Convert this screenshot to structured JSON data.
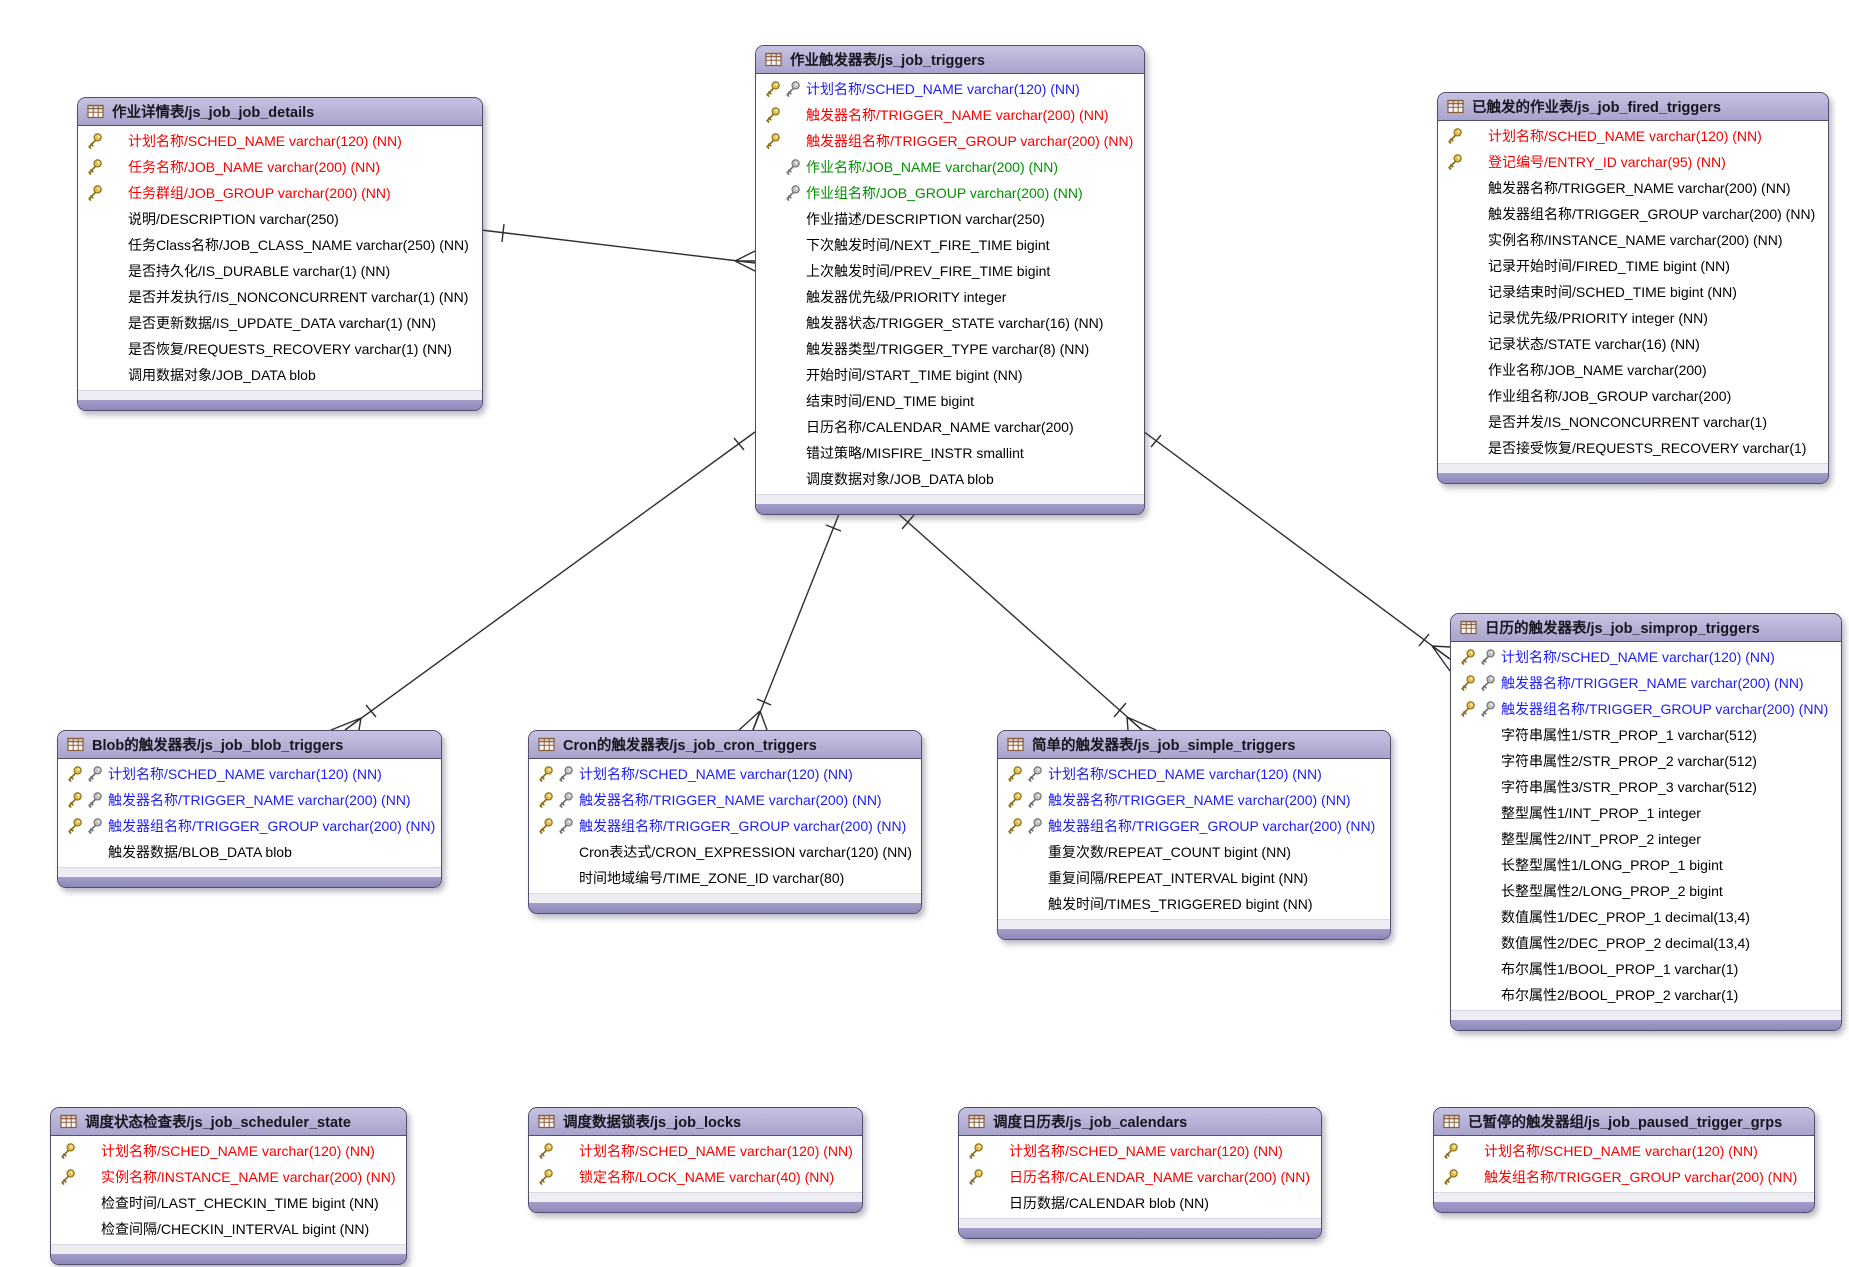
{
  "icons": {
    "table": "table-grid-icon",
    "primary_key": "gold-key-icon",
    "foreign_key": "gray-key-icon"
  },
  "colors": {
    "header_bg": "#aca7cf",
    "table_border": "#504e6b",
    "footer_bar": "#938eba",
    "pk_text": "#f50000",
    "pk_fk_text": "#1d1df2",
    "fk_text": "#009100",
    "normal_text": "#000000",
    "relation_line": "#2e2e2e"
  },
  "tables": [
    {
      "id": "js_job_job_details",
      "title": "作业详情表/js_job_job_details",
      "rows": [
        {
          "label": "计划名称/SCHED_NAME varchar(120) (NN)",
          "color": "red",
          "k1": "gold",
          "k2": null
        },
        {
          "label": "任务名称/JOB_NAME varchar(200) (NN)",
          "color": "red",
          "k1": "gold",
          "k2": null
        },
        {
          "label": "任务群组/JOB_GROUP varchar(200) (NN)",
          "color": "red",
          "k1": "gold",
          "k2": null
        },
        {
          "label": "说明/DESCRIPTION varchar(250)",
          "color": "black",
          "k1": null,
          "k2": null
        },
        {
          "label": "任务Class名称/JOB_CLASS_NAME varchar(250) (NN)",
          "color": "black",
          "k1": null,
          "k2": null
        },
        {
          "label": "是否持久化/IS_DURABLE varchar(1) (NN)",
          "color": "black",
          "k1": null,
          "k2": null
        },
        {
          "label": "是否并发执行/IS_NONCONCURRENT varchar(1) (NN)",
          "color": "black",
          "k1": null,
          "k2": null
        },
        {
          "label": "是否更新数据/IS_UPDATE_DATA varchar(1) (NN)",
          "color": "black",
          "k1": null,
          "k2": null
        },
        {
          "label": "是否恢复/REQUESTS_RECOVERY varchar(1) (NN)",
          "color": "black",
          "k1": null,
          "k2": null
        },
        {
          "label": "调用数据对象/JOB_DATA blob",
          "color": "black",
          "k1": null,
          "k2": null
        }
      ]
    },
    {
      "id": "js_job_triggers",
      "title": "作业触发器表/js_job_triggers",
      "rows": [
        {
          "label": "计划名称/SCHED_NAME varchar(120) (NN)",
          "color": "blue",
          "k1": "gold",
          "k2": "gray"
        },
        {
          "label": "触发器名称/TRIGGER_NAME varchar(200) (NN)",
          "color": "red",
          "k1": "gold",
          "k2": null
        },
        {
          "label": "触发器组名称/TRIGGER_GROUP varchar(200) (NN)",
          "color": "red",
          "k1": "gold",
          "k2": null
        },
        {
          "label": "作业名称/JOB_NAME varchar(200) (NN)",
          "color": "green",
          "k1": null,
          "k2": "gray"
        },
        {
          "label": "作业组名称/JOB_GROUP varchar(200) (NN)",
          "color": "green",
          "k1": null,
          "k2": "gray"
        },
        {
          "label": "作业描述/DESCRIPTION varchar(250)",
          "color": "black",
          "k1": null,
          "k2": null
        },
        {
          "label": "下次触发时间/NEXT_FIRE_TIME bigint",
          "color": "black",
          "k1": null,
          "k2": null
        },
        {
          "label": "上次触发时间/PREV_FIRE_TIME bigint",
          "color": "black",
          "k1": null,
          "k2": null
        },
        {
          "label": "触发器优先级/PRIORITY integer",
          "color": "black",
          "k1": null,
          "k2": null
        },
        {
          "label": "触发器状态/TRIGGER_STATE varchar(16) (NN)",
          "color": "black",
          "k1": null,
          "k2": null
        },
        {
          "label": "触发器类型/TRIGGER_TYPE varchar(8) (NN)",
          "color": "black",
          "k1": null,
          "k2": null
        },
        {
          "label": "开始时间/START_TIME bigint (NN)",
          "color": "black",
          "k1": null,
          "k2": null
        },
        {
          "label": "结束时间/END_TIME bigint",
          "color": "black",
          "k1": null,
          "k2": null
        },
        {
          "label": "日历名称/CALENDAR_NAME varchar(200)",
          "color": "black",
          "k1": null,
          "k2": null
        },
        {
          "label": "错过策略/MISFIRE_INSTR smallint",
          "color": "black",
          "k1": null,
          "k2": null
        },
        {
          "label": "调度数据对象/JOB_DATA blob",
          "color": "black",
          "k1": null,
          "k2": null
        }
      ]
    },
    {
      "id": "js_job_fired_triggers",
      "title": "已触发的作业表/js_job_fired_triggers",
      "rows": [
        {
          "label": "计划名称/SCHED_NAME varchar(120) (NN)",
          "color": "red",
          "k1": "gold",
          "k2": null
        },
        {
          "label": "登记编号/ENTRY_ID varchar(95) (NN)",
          "color": "red",
          "k1": "gold",
          "k2": null
        },
        {
          "label": "触发器名称/TRIGGER_NAME varchar(200) (NN)",
          "color": "black",
          "k1": null,
          "k2": null
        },
        {
          "label": "触发器组名称/TRIGGER_GROUP varchar(200) (NN)",
          "color": "black",
          "k1": null,
          "k2": null
        },
        {
          "label": "实例名称/INSTANCE_NAME varchar(200) (NN)",
          "color": "black",
          "k1": null,
          "k2": null
        },
        {
          "label": "记录开始时间/FIRED_TIME bigint (NN)",
          "color": "black",
          "k1": null,
          "k2": null
        },
        {
          "label": "记录结束时间/SCHED_TIME bigint (NN)",
          "color": "black",
          "k1": null,
          "k2": null
        },
        {
          "label": "记录优先级/PRIORITY integer (NN)",
          "color": "black",
          "k1": null,
          "k2": null
        },
        {
          "label": "记录状态/STATE varchar(16) (NN)",
          "color": "black",
          "k1": null,
          "k2": null
        },
        {
          "label": "作业名称/JOB_NAME varchar(200)",
          "color": "black",
          "k1": null,
          "k2": null
        },
        {
          "label": "作业组名称/JOB_GROUP varchar(200)",
          "color": "black",
          "k1": null,
          "k2": null
        },
        {
          "label": "是否并发/IS_NONCONCURRENT varchar(1)",
          "color": "black",
          "k1": null,
          "k2": null
        },
        {
          "label": "是否接受恢复/REQUESTS_RECOVERY varchar(1)",
          "color": "black",
          "k1": null,
          "k2": null
        }
      ]
    },
    {
      "id": "js_job_simprop_triggers",
      "title": "日历的触发器表/js_job_simprop_triggers",
      "rows": [
        {
          "label": "计划名称/SCHED_NAME varchar(120) (NN)",
          "color": "blue",
          "k1": "gold",
          "k2": "gray"
        },
        {
          "label": "触发器名称/TRIGGER_NAME varchar(200) (NN)",
          "color": "blue",
          "k1": "gold",
          "k2": "gray"
        },
        {
          "label": "触发器组名称/TRIGGER_GROUP varchar(200) (NN)",
          "color": "blue",
          "k1": "gold",
          "k2": "gray"
        },
        {
          "label": "字符串属性1/STR_PROP_1 varchar(512)",
          "color": "black",
          "k1": null,
          "k2": null
        },
        {
          "label": "字符串属性2/STR_PROP_2 varchar(512)",
          "color": "black",
          "k1": null,
          "k2": null
        },
        {
          "label": "字符串属性3/STR_PROP_3 varchar(512)",
          "color": "black",
          "k1": null,
          "k2": null
        },
        {
          "label": "整型属性1/INT_PROP_1 integer",
          "color": "black",
          "k1": null,
          "k2": null
        },
        {
          "label": "整型属性2/INT_PROP_2 integer",
          "color": "black",
          "k1": null,
          "k2": null
        },
        {
          "label": "长整型属性1/LONG_PROP_1 bigint",
          "color": "black",
          "k1": null,
          "k2": null
        },
        {
          "label": "长整型属性2/LONG_PROP_2 bigint",
          "color": "black",
          "k1": null,
          "k2": null
        },
        {
          "label": "数值属性1/DEC_PROP_1 decimal(13,4)",
          "color": "black",
          "k1": null,
          "k2": null
        },
        {
          "label": "数值属性2/DEC_PROP_2 decimal(13,4)",
          "color": "black",
          "k1": null,
          "k2": null
        },
        {
          "label": "布尔属性1/BOOL_PROP_1 varchar(1)",
          "color": "black",
          "k1": null,
          "k2": null
        },
        {
          "label": "布尔属性2/BOOL_PROP_2 varchar(1)",
          "color": "black",
          "k1": null,
          "k2": null
        }
      ]
    },
    {
      "id": "js_job_blob_triggers",
      "title": "Blob的触发器表/js_job_blob_triggers",
      "rows": [
        {
          "label": "计划名称/SCHED_NAME varchar(120) (NN)",
          "color": "blue",
          "k1": "gold",
          "k2": "gray"
        },
        {
          "label": "触发器名称/TRIGGER_NAME varchar(200) (NN)",
          "color": "blue",
          "k1": "gold",
          "k2": "gray"
        },
        {
          "label": "触发器组名称/TRIGGER_GROUP varchar(200) (NN)",
          "color": "blue",
          "k1": "gold",
          "k2": "gray"
        },
        {
          "label": "触发器数据/BLOB_DATA blob",
          "color": "black",
          "k1": null,
          "k2": null
        }
      ]
    },
    {
      "id": "js_job_cron_triggers",
      "title": "Cron的触发器表/js_job_cron_triggers",
      "rows": [
        {
          "label": "计划名称/SCHED_NAME varchar(120) (NN)",
          "color": "blue",
          "k1": "gold",
          "k2": "gray"
        },
        {
          "label": "触发器名称/TRIGGER_NAME varchar(200) (NN)",
          "color": "blue",
          "k1": "gold",
          "k2": "gray"
        },
        {
          "label": "触发器组名称/TRIGGER_GROUP varchar(200) (NN)",
          "color": "blue",
          "k1": "gold",
          "k2": "gray"
        },
        {
          "label": "Cron表达式/CRON_EXPRESSION varchar(120) (NN)",
          "color": "black",
          "k1": null,
          "k2": null
        },
        {
          "label": "时间地域编号/TIME_ZONE_ID varchar(80)",
          "color": "black",
          "k1": null,
          "k2": null
        }
      ]
    },
    {
      "id": "js_job_simple_triggers",
      "title": "简单的触发器表/js_job_simple_triggers",
      "rows": [
        {
          "label": "计划名称/SCHED_NAME varchar(120) (NN)",
          "color": "blue",
          "k1": "gold",
          "k2": "gray"
        },
        {
          "label": "触发器名称/TRIGGER_NAME varchar(200) (NN)",
          "color": "blue",
          "k1": "gold",
          "k2": "gray"
        },
        {
          "label": "触发器组名称/TRIGGER_GROUP varchar(200) (NN)",
          "color": "blue",
          "k1": "gold",
          "k2": "gray"
        },
        {
          "label": "重复次数/REPEAT_COUNT bigint (NN)",
          "color": "black",
          "k1": null,
          "k2": null
        },
        {
          "label": "重复间隔/REPEAT_INTERVAL bigint (NN)",
          "color": "black",
          "k1": null,
          "k2": null
        },
        {
          "label": "触发时间/TIMES_TRIGGERED bigint (NN)",
          "color": "black",
          "k1": null,
          "k2": null
        }
      ]
    },
    {
      "id": "js_job_scheduler_state",
      "title": "调度状态检查表/js_job_scheduler_state",
      "rows": [
        {
          "label": "计划名称/SCHED_NAME varchar(120) (NN)",
          "color": "red",
          "k1": "gold",
          "k2": null
        },
        {
          "label": "实例名称/INSTANCE_NAME varchar(200) (NN)",
          "color": "red",
          "k1": "gold",
          "k2": null
        },
        {
          "label": "检查时间/LAST_CHECKIN_TIME bigint (NN)",
          "color": "black",
          "k1": null,
          "k2": null
        },
        {
          "label": "检查间隔/CHECKIN_INTERVAL bigint (NN)",
          "color": "black",
          "k1": null,
          "k2": null
        }
      ]
    },
    {
      "id": "js_job_locks",
      "title": "调度数据锁表/js_job_locks",
      "rows": [
        {
          "label": "计划名称/SCHED_NAME varchar(120) (NN)",
          "color": "red",
          "k1": "gold",
          "k2": null
        },
        {
          "label": "锁定名称/LOCK_NAME varchar(40) (NN)",
          "color": "red",
          "k1": "gold",
          "k2": null
        }
      ]
    },
    {
      "id": "js_job_calendars",
      "title": "调度日历表/js_job_calendars",
      "rows": [
        {
          "label": "计划名称/SCHED_NAME varchar(120) (NN)",
          "color": "red",
          "k1": "gold",
          "k2": null
        },
        {
          "label": "日历名称/CALENDAR_NAME varchar(200) (NN)",
          "color": "red",
          "k1": "gold",
          "k2": null
        },
        {
          "label": "日历数据/CALENDAR blob (NN)",
          "color": "black",
          "k1": null,
          "k2": null
        }
      ]
    },
    {
      "id": "js_job_paused_trigger_grps",
      "title": "已暂停的触发器组/js_job_paused_trigger_grps",
      "rows": [
        {
          "label": "计划名称/SCHED_NAME varchar(120) (NN)",
          "color": "red",
          "k1": "gold",
          "k2": null
        },
        {
          "label": "触发组名称/TRIGGER_GROUP varchar(200) (NN)",
          "color": "red",
          "k1": "gold",
          "k2": null
        }
      ]
    }
  ],
  "relations": [
    {
      "from": "js_job_job_details",
      "to": "js_job_triggers",
      "type": "one-to-many"
    },
    {
      "from": "js_job_triggers",
      "to": "js_job_blob_triggers",
      "type": "one-to-many"
    },
    {
      "from": "js_job_triggers",
      "to": "js_job_cron_triggers",
      "type": "one-to-many"
    },
    {
      "from": "js_job_triggers",
      "to": "js_job_simple_triggers",
      "type": "one-to-many"
    },
    {
      "from": "js_job_triggers",
      "to": "js_job_simprop_triggers",
      "type": "one-to-many"
    }
  ]
}
